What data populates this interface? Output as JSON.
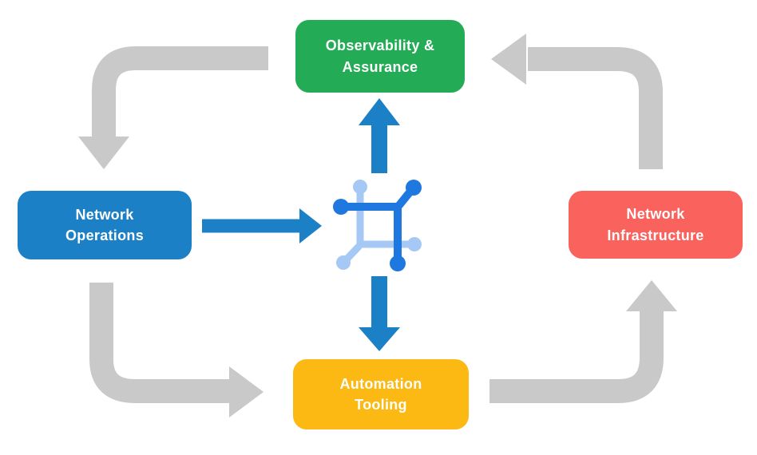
{
  "diagram": {
    "title": "network automation cycle diagram",
    "nodes": {
      "observability": {
        "line1": "Observability &",
        "line2": "Assurance",
        "color": "#23ab55"
      },
      "operations": {
        "line1": "Network",
        "line2": "Operations",
        "color": "#1c80c6"
      },
      "infrastructure": {
        "line1": "Network",
        "line2": "Infrastructure",
        "color": "#fa625e"
      },
      "automation": {
        "line1": "Automation",
        "line2": "Tooling",
        "color": "#fcb813"
      }
    },
    "center_icon": "network-automation-icon",
    "flow": [
      {
        "from": "observability-assurance",
        "to": "network-operations",
        "style": "gray-elbow"
      },
      {
        "from": "network-operations",
        "to": "automation-tooling",
        "style": "gray-elbow"
      },
      {
        "from": "automation-tooling",
        "to": "network-infrastructure",
        "style": "gray-elbow"
      },
      {
        "from": "network-infrastructure",
        "to": "observability-assurance",
        "style": "gray-elbow"
      },
      {
        "from": "network-operations",
        "to": "center-icon",
        "style": "blue-straight"
      },
      {
        "from": "center-icon",
        "to": "observability-assurance",
        "style": "blue-straight"
      },
      {
        "from": "center-icon",
        "to": "automation-tooling",
        "style": "blue-straight"
      }
    ]
  },
  "colors": {
    "background": "#ffffff",
    "text": "#ffffff",
    "arrow_gray": "#c9c9c9",
    "arrow_blue": "#1c80c6",
    "icon_dark": "#1e78e0",
    "icon_light": "#a6c8f4"
  }
}
